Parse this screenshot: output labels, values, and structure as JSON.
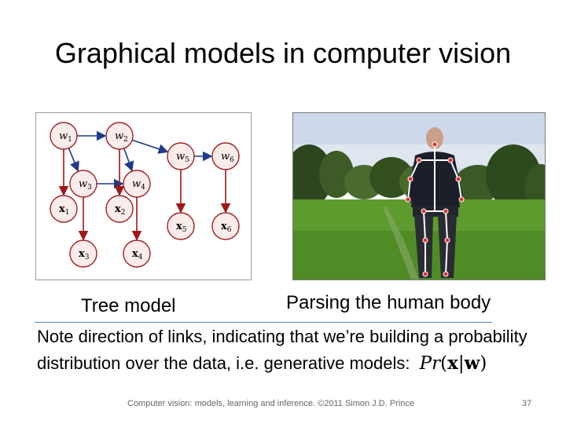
{
  "slide": {
    "title": "Graphical models in computer vision",
    "caption_left": "Tree model",
    "caption_right": "Parsing the human body",
    "note": "Note direction of links, indicating that we’re building a probability distribution over the data, i.e. generative models:",
    "formula": {
      "pr": "Pr",
      "open": "(",
      "x": "x",
      "bar": "|",
      "w": "w",
      "close": ")"
    },
    "footer": "Computer vision: models, learning and inference.  ©2011 Simon J.D. Prince",
    "page_number": "37"
  },
  "graph": {
    "nodes": [
      {
        "id": "w1",
        "base": "w",
        "sub": "1",
        "bold": false
      },
      {
        "id": "w2",
        "base": "w",
        "sub": "2",
        "bold": false
      },
      {
        "id": "w3",
        "base": "w",
        "sub": "3",
        "bold": false
      },
      {
        "id": "w4",
        "base": "w",
        "sub": "4",
        "bold": false
      },
      {
        "id": "w5",
        "base": "w",
        "sub": "5",
        "bold": false
      },
      {
        "id": "w6",
        "base": "w",
        "sub": "6",
        "bold": false
      },
      {
        "id": "x1",
        "base": "x",
        "sub": "1",
        "bold": true
      },
      {
        "id": "x2",
        "base": "x",
        "sub": "2",
        "bold": true
      },
      {
        "id": "x3",
        "base": "x",
        "sub": "3",
        "bold": true
      },
      {
        "id": "x4",
        "base": "x",
        "sub": "4",
        "bold": true
      },
      {
        "id": "x5",
        "base": "x",
        "sub": "5",
        "bold": true
      },
      {
        "id": "x6",
        "base": "x",
        "sub": "6",
        "bold": true
      }
    ],
    "edges": [
      {
        "from": "w1",
        "to": "w2",
        "color": "#1f3a8a"
      },
      {
        "from": "w2",
        "to": "w5",
        "color": "#1f3a8a"
      },
      {
        "from": "w5",
        "to": "w6",
        "color": "#1f3a8a"
      },
      {
        "from": "w1",
        "to": "w3",
        "color": "#1f3a8a"
      },
      {
        "from": "w2",
        "to": "w4",
        "color": "#1f3a8a"
      },
      {
        "from": "w3",
        "to": "w4",
        "color": "#1f3a8a"
      },
      {
        "from": "w1",
        "to": "x1",
        "color": "#a01818"
      },
      {
        "from": "w2",
        "to": "x2",
        "color": "#a01818"
      },
      {
        "from": "w3",
        "to": "x3",
        "color": "#a01818"
      },
      {
        "from": "w4",
        "to": "x4",
        "color": "#a01818"
      },
      {
        "from": "w5",
        "to": "x5",
        "color": "#a01818"
      },
      {
        "from": "w6",
        "to": "x6",
        "color": "#a01818"
      }
    ],
    "node_fill": "#fbecec",
    "node_stroke": "#a02020"
  },
  "photo": {
    "sky_color": "#c9d6e8",
    "grass_color": "#5c9a2c",
    "tree_color": "#2f4a22",
    "joint_color": "#e03030",
    "bone_color": "#ffffff"
  }
}
